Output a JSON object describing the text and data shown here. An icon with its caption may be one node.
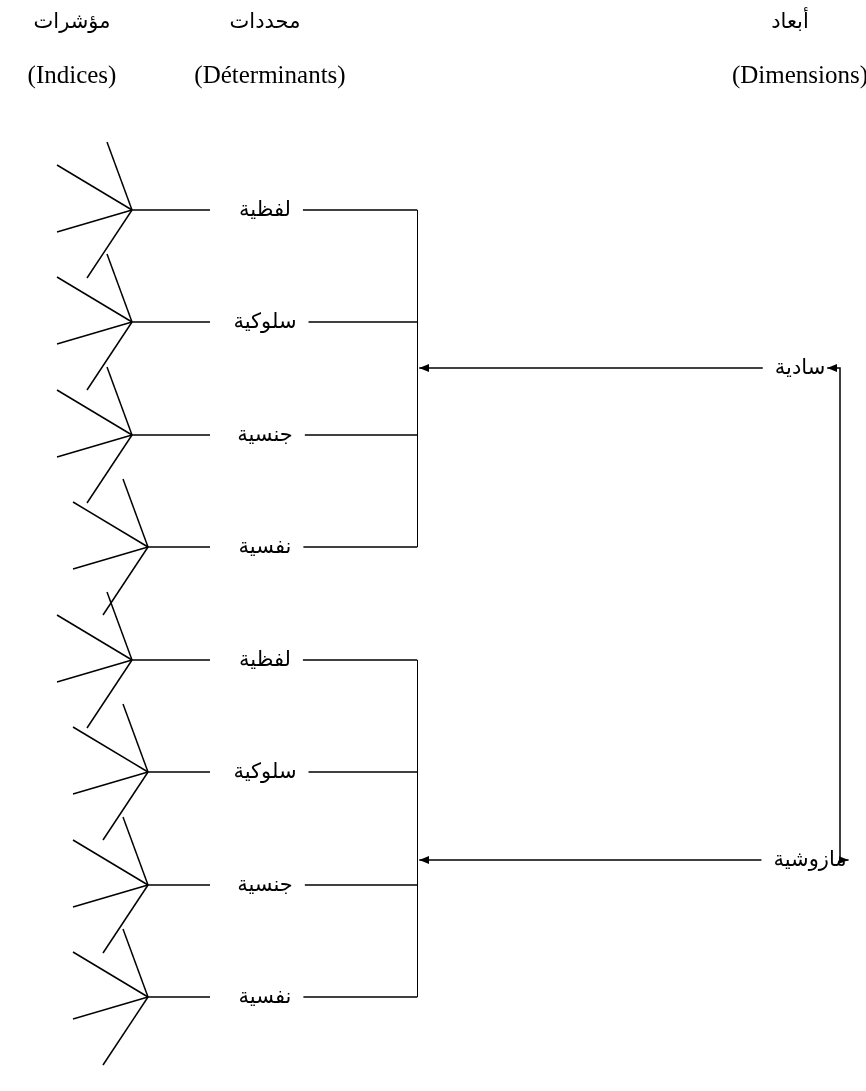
{
  "diagram": {
    "nodes": [
      {
        "text": [
          "لفظية"
        ]
      },
      {
        "text": [
          "سلوكية"
        ]
      },
      {
        "text": [
          "جنسية"
        ]
      },
      {
        "text": [
          "نفسية"
        ]
      },
      {
        "text": [],
        "shape": "bar"
      },
      {
        "text": [
          "لفظية"
        ]
      },
      {
        "text": [
          "سلوكية"
        ]
      },
      {
        "text": [
          "جنسية"
        ]
      },
      {
        "text": [
          "نفسية"
        ]
      },
      {
        "text": [],
        "shape": "bar"
      },
      {
        "text": [
          "سادية"
        ]
      },
      {
        "text": [
          "مازوشية"
        ]
      }
    ],
    "edges": [
      {
        "from": 0,
        "to": 4,
        "arrow": "none"
      },
      {
        "from": 1,
        "to": 4,
        "arrow": "none"
      },
      {
        "from": 2,
        "to": 4,
        "arrow": "none"
      },
      {
        "from": 3,
        "to": 4,
        "arrow": "none"
      },
      {
        "from": 5,
        "to": 9,
        "arrow": "none"
      },
      {
        "from": 6,
        "to": 9,
        "arrow": "none"
      },
      {
        "from": 7,
        "to": 9,
        "arrow": "none"
      },
      {
        "from": 8,
        "to": 9,
        "arrow": "none"
      },
      {
        "from": 10,
        "to": 4,
        "arrow": "to"
      },
      {
        "from": 11,
        "to": 9,
        "arrow": "to"
      },
      {
        "from": 10,
        "to": 11,
        "arrow": "both"
      }
    ],
    "labels": [
      "مؤشرات",
      "محددات",
      "أبعاد",
      "(Indices)",
      "(Déterminants)",
      "(Dimensions)"
    ]
  }
}
